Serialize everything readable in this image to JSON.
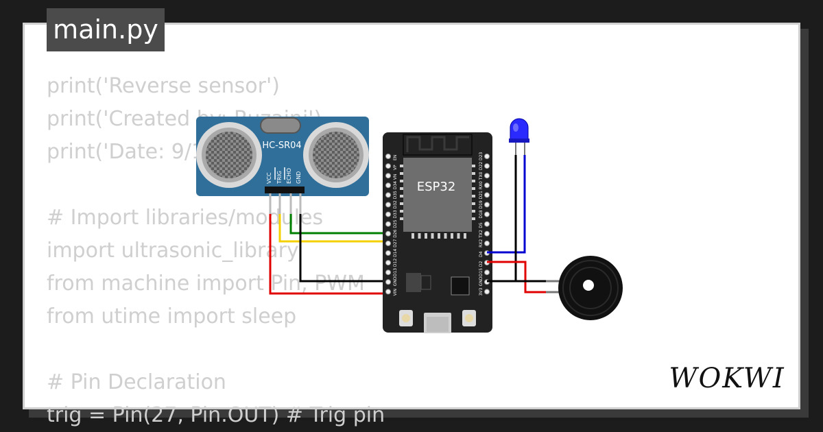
{
  "editor": {
    "file_tab": "main.py",
    "code_lines": [
      "print('Reverse sensor')",
      "print('Created by: Ruzaini')",
      "print('Date: 9/1",
      "",
      "# Import libraries/modules",
      "import ultrasonic_library",
      "from machine import Pin, PWM",
      "from utime import sleep",
      "",
      "# Pin Declaration",
      "trig = Pin(27, Pin.OUT) # Trig pin"
    ]
  },
  "components": {
    "ultrasonic": {
      "label": "HC-SR04",
      "pins": [
        "VCC",
        "TRIG",
        "ECHO",
        "GND"
      ]
    },
    "mcu": {
      "label": "ESP32",
      "left_pins": [
        "EN",
        "VP",
        "VN",
        "D34",
        "D35",
        "D32",
        "D33",
        "D25",
        "D26",
        "D27",
        "D14",
        "D12",
        "D13",
        "GND",
        "VIN"
      ],
      "right_pins": [
        "D23",
        "D22",
        "TX0",
        "RX0",
        "D21",
        "D19",
        "D18",
        "D5",
        "TX2",
        "RX2",
        "D4",
        "D2",
        "D15",
        "GND",
        "3V3"
      ]
    },
    "led": {
      "color": "#2a2aff"
    },
    "buzzer": {
      "color": "#111111"
    }
  },
  "wires": {
    "colors": {
      "red": "#e00000",
      "yellow": "#f5d000",
      "green": "#008000",
      "black": "#000000",
      "blue": "#0000d0"
    }
  },
  "brand": {
    "logo": "WOKWI"
  }
}
